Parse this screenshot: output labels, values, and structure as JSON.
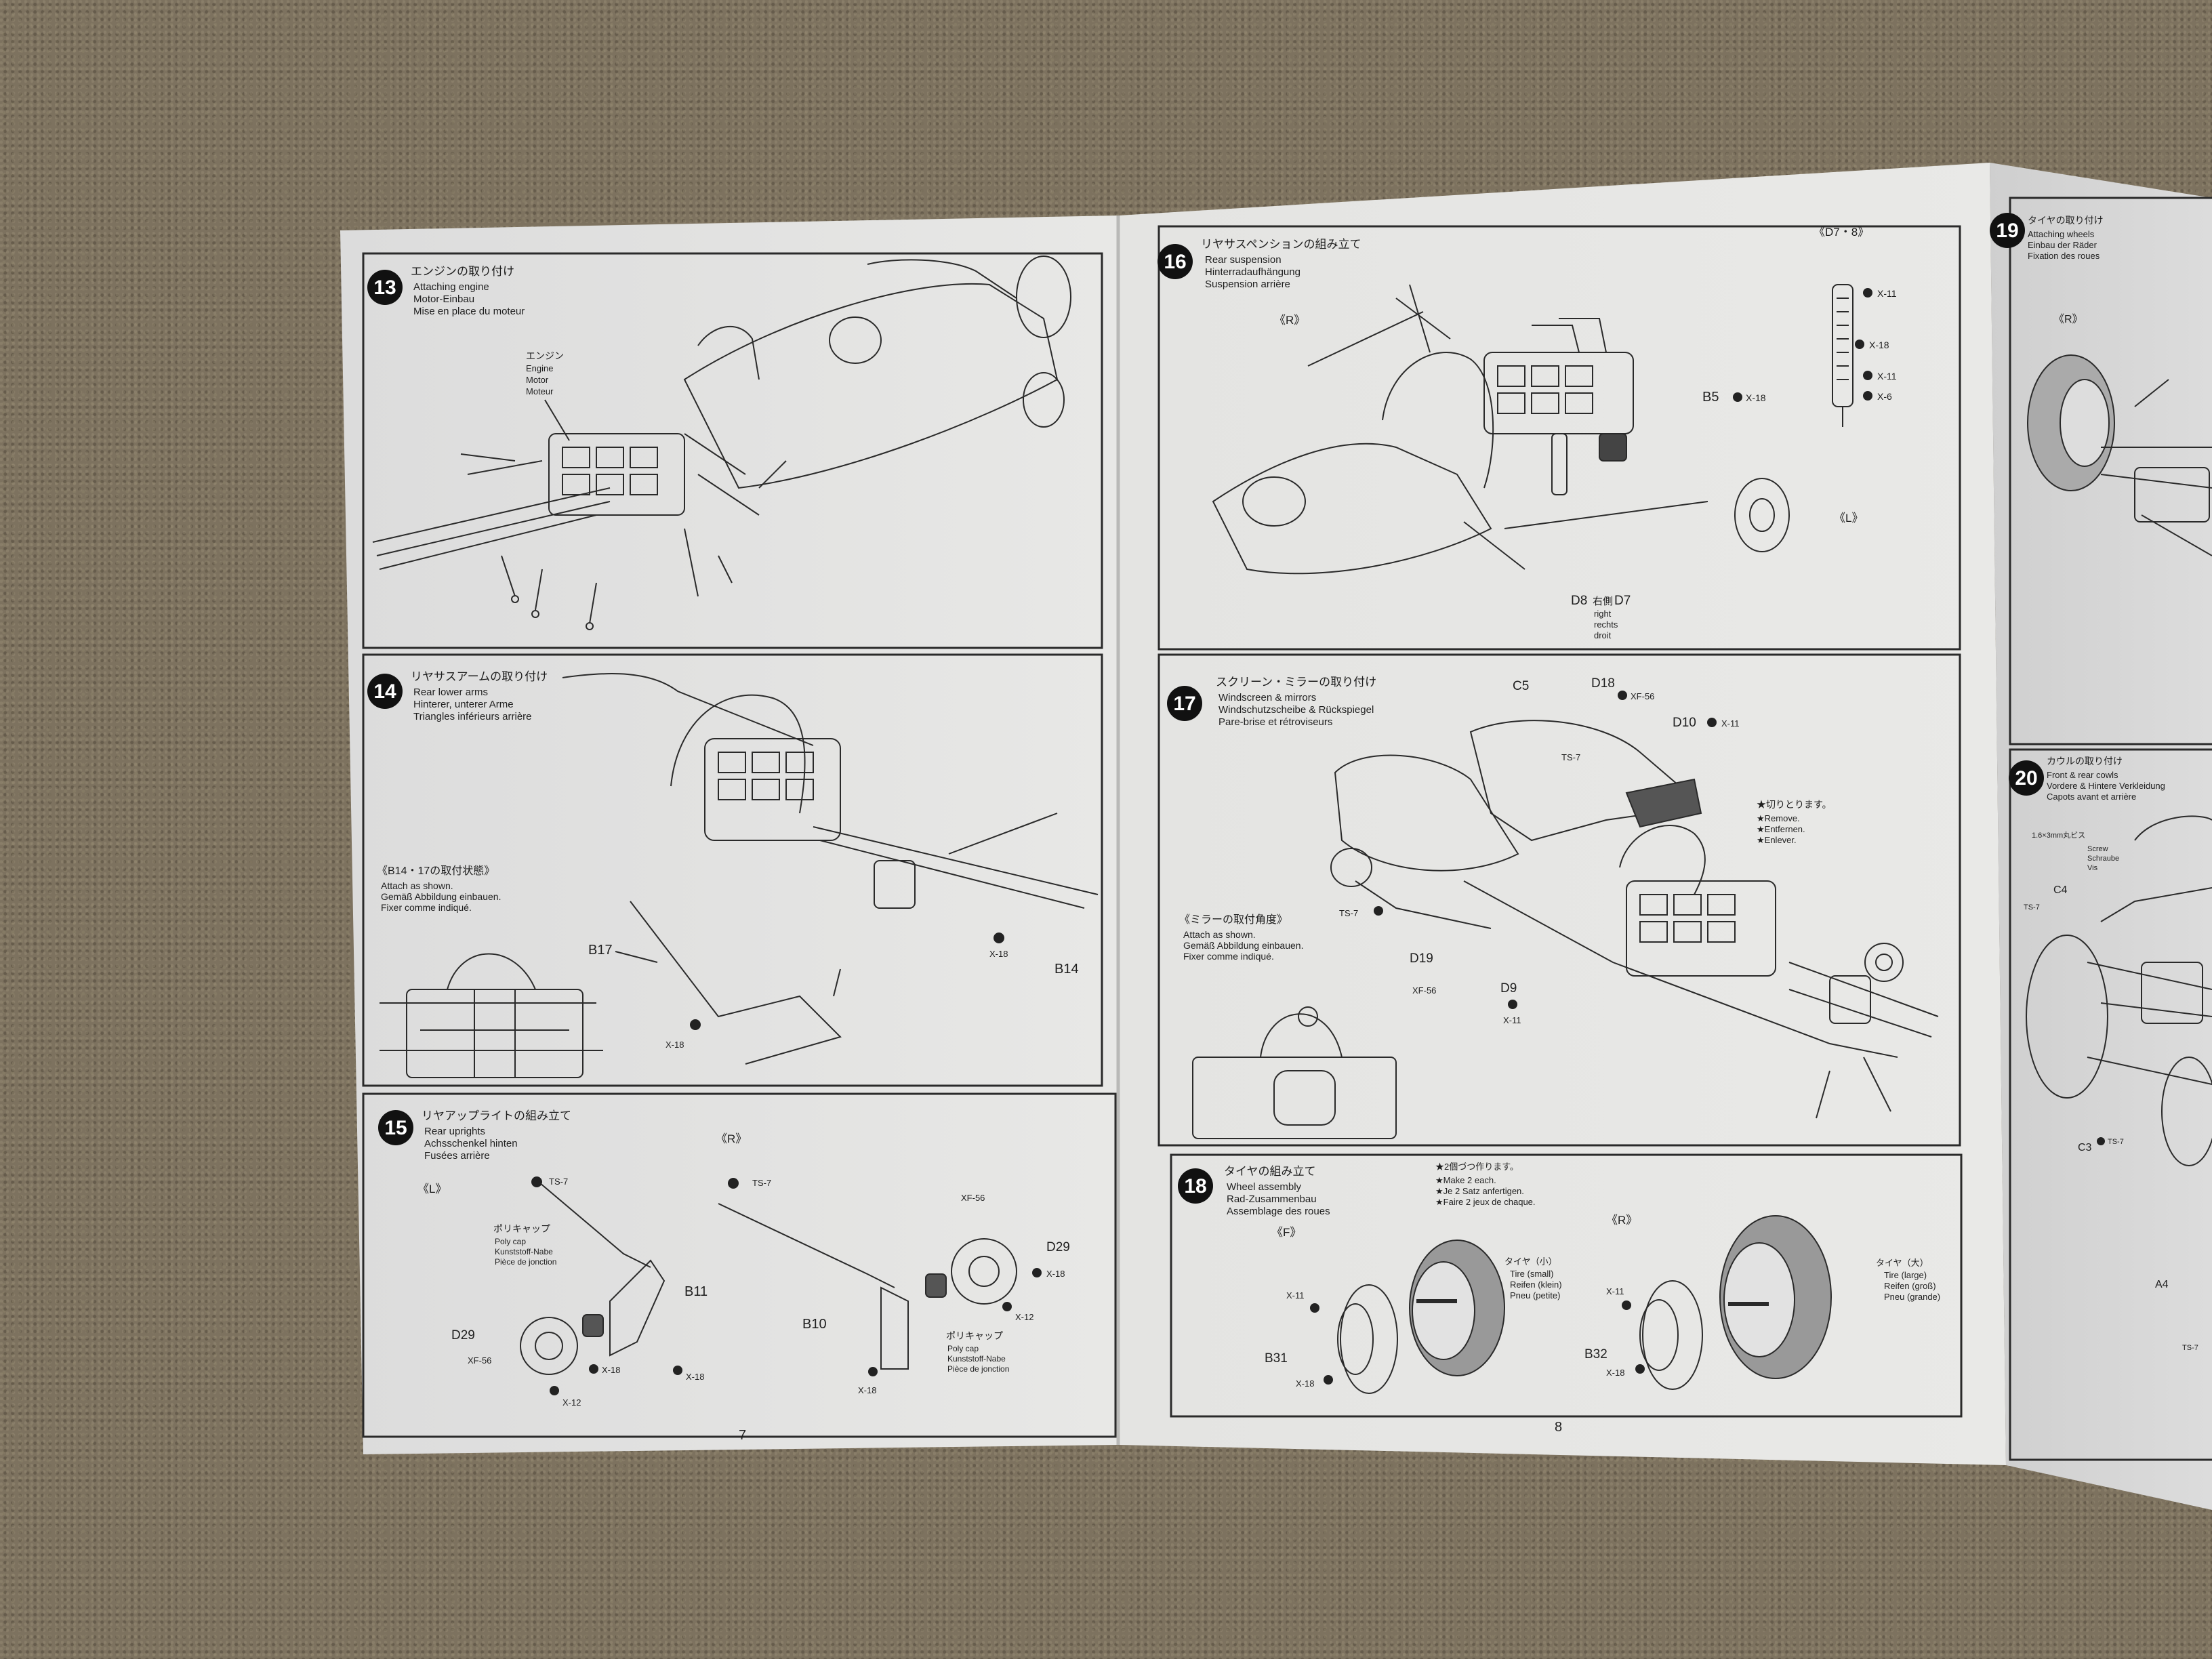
{
  "page_left": {
    "page_number": "7",
    "steps": [
      {
        "number": "13",
        "title_jp": "エンジンの取り付け",
        "lines": [
          "Attaching engine",
          "Motor-Einbau",
          "Mise en place du moteur"
        ],
        "callouts": {
          "engine_jp": "エンジン",
          "engine_en": "Engine",
          "engine_de": "Motor",
          "engine_fr": "Moteur"
        }
      },
      {
        "number": "14",
        "title_jp": "リヤサスアームの取り付け",
        "lines": [
          "Rear lower arms",
          "Hinterer, unterer Arme",
          "Triangles inférieurs arrière"
        ],
        "note_jp": "《B14・17の取付状態》",
        "note_lines": [
          "Attach as shown.",
          "Gemäß Abbildung einbauen.",
          "Fixer comme indiqué."
        ],
        "parts": [
          "B17",
          "B14",
          "X-18",
          "X-18"
        ]
      },
      {
        "number": "15",
        "title_jp": "リヤアップライトの組み立て",
        "lines": [
          "Rear uprights",
          "Achsschenkel hinten",
          "Fusées arrière"
        ],
        "side_l": "《L》",
        "side_r": "《R》",
        "polycap_jp": "ポリキャップ",
        "polycap_lines": [
          "Poly cap",
          "Kunststoff-Nabe",
          "Pièce de jonction"
        ],
        "parts_left": [
          "TS-7",
          "B11",
          "D29",
          "XF-56",
          "X-18",
          "X-18",
          "X-12"
        ],
        "parts_right": [
          "TS-7",
          "XF-56",
          "D29",
          "X-18",
          "X-12",
          "B10",
          "X-18"
        ]
      }
    ]
  },
  "page_right": {
    "page_number": "8",
    "steps": [
      {
        "number": "16",
        "title_jp": "リヤサスペンションの組み立て",
        "lines": [
          "Rear suspension",
          "Hinterradaufhängung",
          "Suspension arrière"
        ],
        "ref": "《D7・8》",
        "side_r": "《R》",
        "side_l": "《L》",
        "parts": [
          "X-11",
          "X-18",
          "X-11",
          "X-6",
          "B5",
          "X-18",
          "D8",
          "右側",
          "D7"
        ],
        "side_words": [
          "right",
          "rechts",
          "droit"
        ]
      },
      {
        "number": "17",
        "title_jp": "スクリーン・ミラーの取り付け",
        "lines": [
          "Windscreen & mirrors",
          "Windschutzscheibe & Rückspiegel",
          "Pare-brise et rétroviseurs"
        ],
        "parts": [
          "C5",
          "D18",
          "XF-56",
          "D10",
          "X-11",
          "TS-7",
          "TS-7",
          "D19",
          "XF-56",
          "D9",
          "X-11"
        ],
        "cut_jp": "★切りとります。",
        "cut_lines": [
          "★Remove.",
          "★Entfernen.",
          "★Enlever."
        ],
        "mirror_jp": "《ミラーの取付角度》",
        "mirror_lines": [
          "Attach as shown.",
          "Gemäß Abbildung einbauen.",
          "Fixer comme indiqué."
        ]
      },
      {
        "number": "18",
        "title_jp": "タイヤの組み立て",
        "lines": [
          "Wheel assembly",
          "Rad-Zusammenbau",
          "Assemblage des roues"
        ],
        "make_jp": "★2個づつ作ります。",
        "make_lines": [
          "★Make 2 each.",
          "★Je 2 Satz anfertigen.",
          "★Faire 2 jeux de chaque."
        ],
        "front": "《F》",
        "rear": "《R》",
        "tire_small_jp": "タイヤ（小）",
        "tire_small": [
          "Tire (small)",
          "Reifen (klein)",
          "Pneu (petite)"
        ],
        "tire_large_jp": "タイヤ（大）",
        "tire_large": [
          "Tire (large)",
          "Reifen (groß)",
          "Pneu (grande)"
        ],
        "parts": [
          "X-11",
          "B31",
          "X-18",
          "X-11",
          "B32",
          "X-18"
        ]
      }
    ]
  },
  "page_third": {
    "steps": [
      {
        "number": "19",
        "title_jp": "タイヤの取り付け",
        "lines": [
          "Attaching wheels",
          "Einbau der Räder",
          "Fixation des roues"
        ],
        "side_r": "《R》"
      },
      {
        "number": "20",
        "title_jp": "カウルの取り付け",
        "lines": [
          "Front & rear cowls",
          "Vordere & Hintere Verkleidung",
          "Capots avant et arrière"
        ],
        "screw": "1.6×3mm丸ビス",
        "screw_lines": [
          "Screw",
          "Schraube",
          "Vis"
        ],
        "parts": [
          "TS-7",
          "C4",
          "C3",
          "TS-7",
          "A4",
          "TS-7"
        ]
      }
    ]
  },
  "colors": {
    "paper": "#e6e6e4",
    "ink": "#1e1e1e",
    "carpet": "#7d725f"
  }
}
